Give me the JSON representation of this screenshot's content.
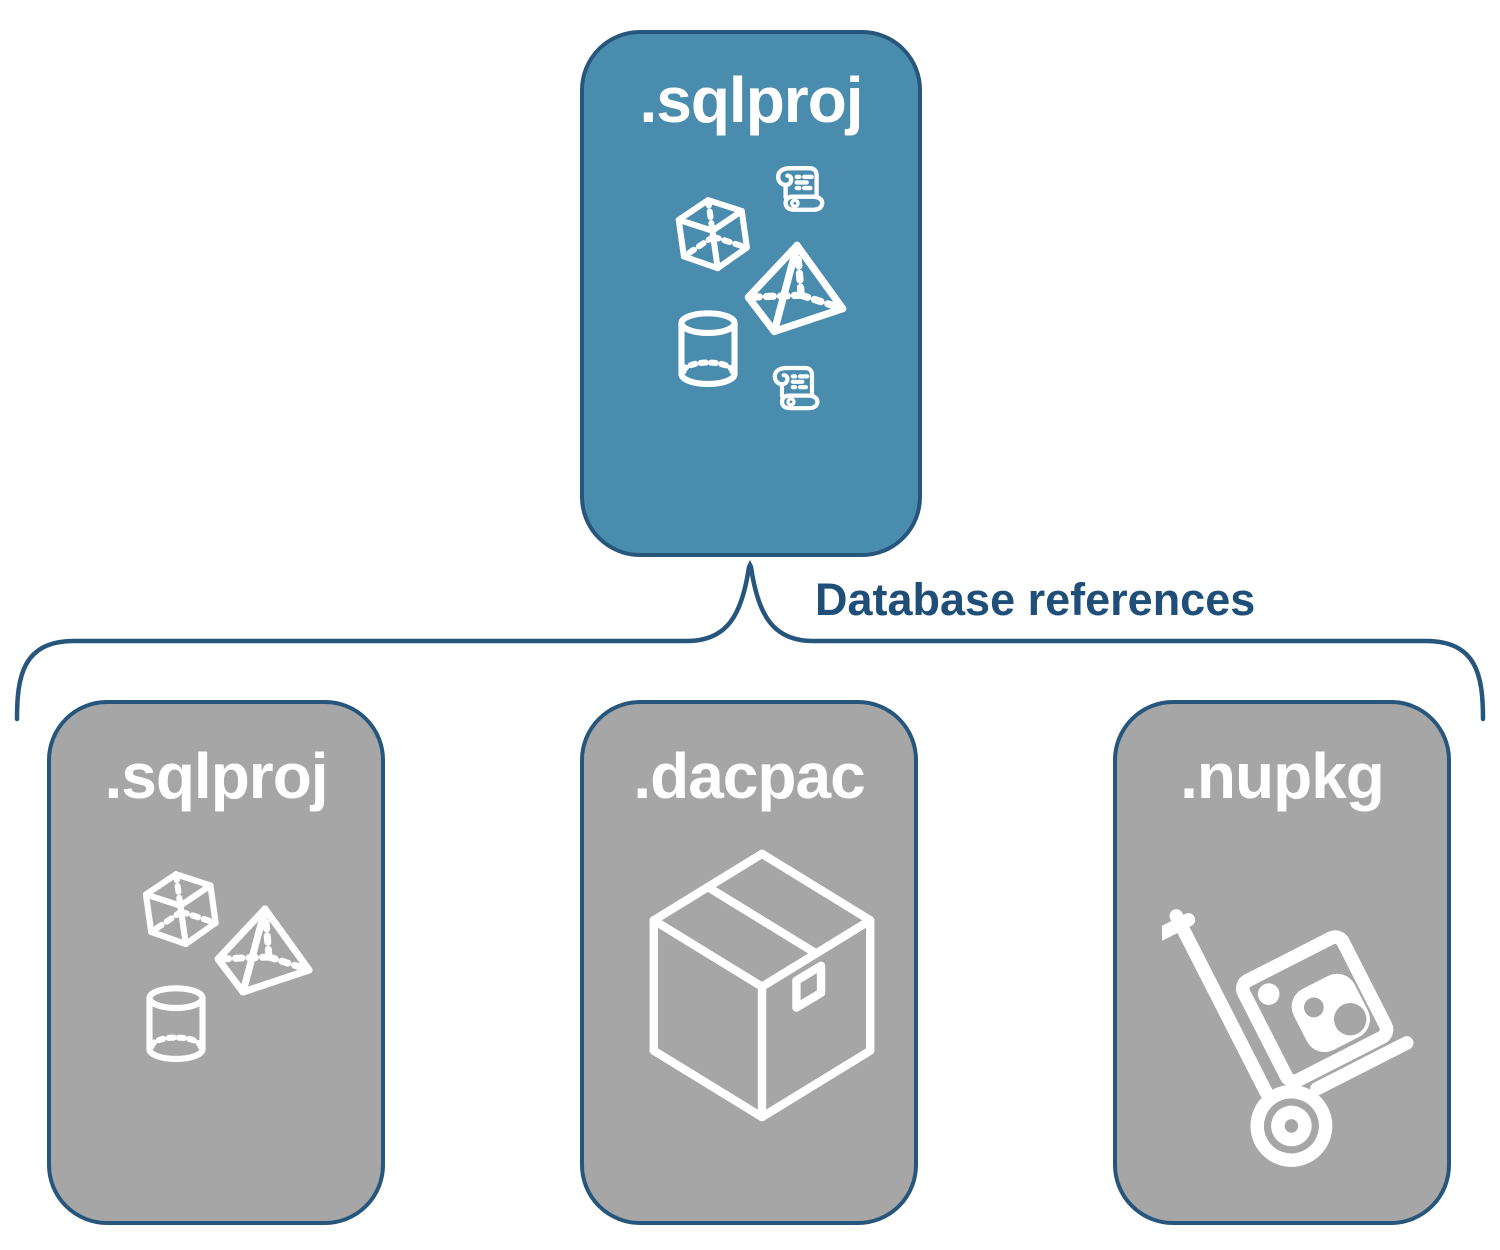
{
  "colors": {
    "background": "#FFFFFF",
    "root_fill": "#4A8CAD",
    "child_fill": "#A6A6A6",
    "outline": "#27567D",
    "label_text": "#FFFFFF",
    "connector_text": "#1F4E79",
    "icon_stroke": "#FFFFFF"
  },
  "root": {
    "label": ".sqlproj",
    "icons": [
      "scroll",
      "cube",
      "pyramid",
      "cylinder",
      "scroll"
    ]
  },
  "connector": {
    "label": "Database references"
  },
  "children": [
    {
      "label": ".sqlproj",
      "icons": [
        "cube",
        "pyramid",
        "cylinder"
      ]
    },
    {
      "label": ".dacpac",
      "icons": [
        "package-box"
      ]
    },
    {
      "label": ".nupkg",
      "icons": [
        "nuget-hand-truck"
      ]
    }
  ]
}
